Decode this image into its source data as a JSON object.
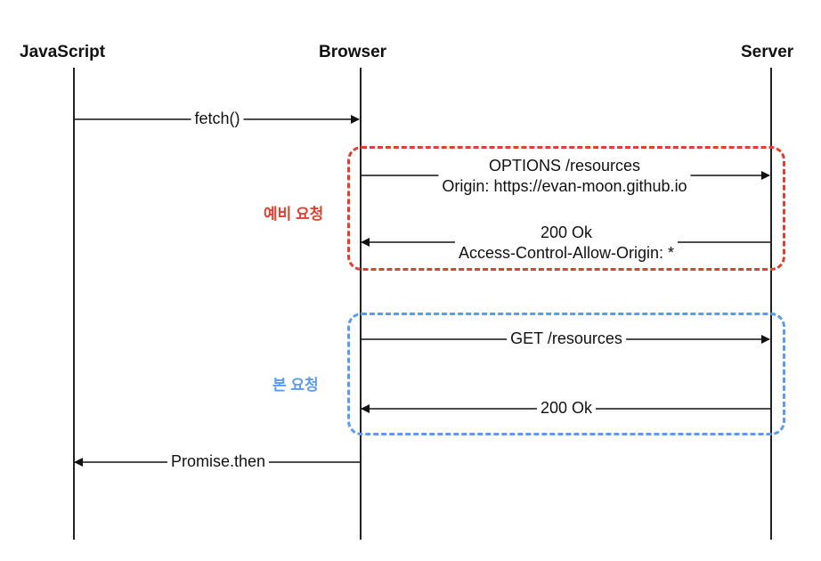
{
  "actors": {
    "javascript": "JavaScript",
    "browser": "Browser",
    "server": "Server"
  },
  "groups": {
    "preflight": {
      "label": "예비 요청",
      "color": "#e0402f"
    },
    "main": {
      "label": "본 요청",
      "color": "#5b9bf0"
    }
  },
  "messages": {
    "fetch": "fetch()",
    "options_line1": "OPTIONS /resources",
    "options_line2": "Origin: https://evan-moon.github.io",
    "ok_line1": "200 Ok",
    "ok_line2": "Access-Control-Allow-Origin: *",
    "get": "GET /resources",
    "ok2": "200 Ok",
    "promise": "Promise.then"
  }
}
